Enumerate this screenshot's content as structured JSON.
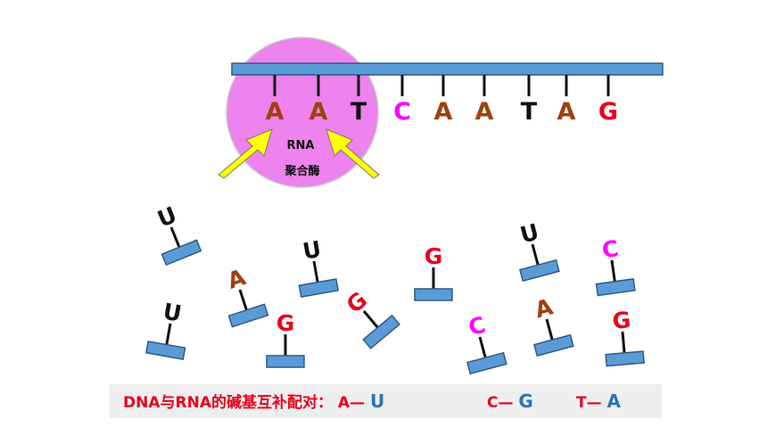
{
  "enzyme": {
    "line1": "RNA",
    "line2": "聚合酶"
  },
  "dna_bases": [
    {
      "letter": "A",
      "color": "#a0400c"
    },
    {
      "letter": "A",
      "color": "#a0400c"
    },
    {
      "letter": "T",
      "color": "#111111"
    },
    {
      "letter": "C",
      "color": "#ff00ff"
    },
    {
      "letter": "A",
      "color": "#a0400c"
    },
    {
      "letter": "A",
      "color": "#a0400c"
    },
    {
      "letter": "T",
      "color": "#111111"
    },
    {
      "letter": "A",
      "color": "#a0400c"
    },
    {
      "letter": "G",
      "color": "#e8001c"
    }
  ],
  "free_nucleotides": [
    {
      "letter": "U",
      "color": "#111111"
    },
    {
      "letter": "A",
      "color": "#a0400c"
    },
    {
      "letter": "U",
      "color": "#111111"
    },
    {
      "letter": "G",
      "color": "#e8001c"
    },
    {
      "letter": "U",
      "color": "#111111"
    },
    {
      "letter": "C",
      "color": "#ff00ff"
    },
    {
      "letter": "U",
      "color": "#111111"
    },
    {
      "letter": "G",
      "color": "#e8001c"
    },
    {
      "letter": "G",
      "color": "#e8001c"
    },
    {
      "letter": "C",
      "color": "#ff00ff"
    },
    {
      "letter": "A",
      "color": "#a0400c"
    },
    {
      "letter": "G",
      "color": "#e8001c"
    }
  ],
  "pairing_rule": {
    "prefix": "DNA与RNA的碱基互补配对：",
    "pairs": [
      {
        "left": "A—",
        "right": "U"
      },
      {
        "left": "C—",
        "right": "G"
      },
      {
        "left": "T—",
        "right": "A"
      }
    ],
    "text_color": "#e8001c",
    "accent_color": "#2e74b5",
    "background": "#eeeeee"
  },
  "colors": {
    "strand_fill": "#5b9bd5",
    "enzyme_fill": "#ee82ee",
    "arrow_fill": "#ffff00"
  }
}
